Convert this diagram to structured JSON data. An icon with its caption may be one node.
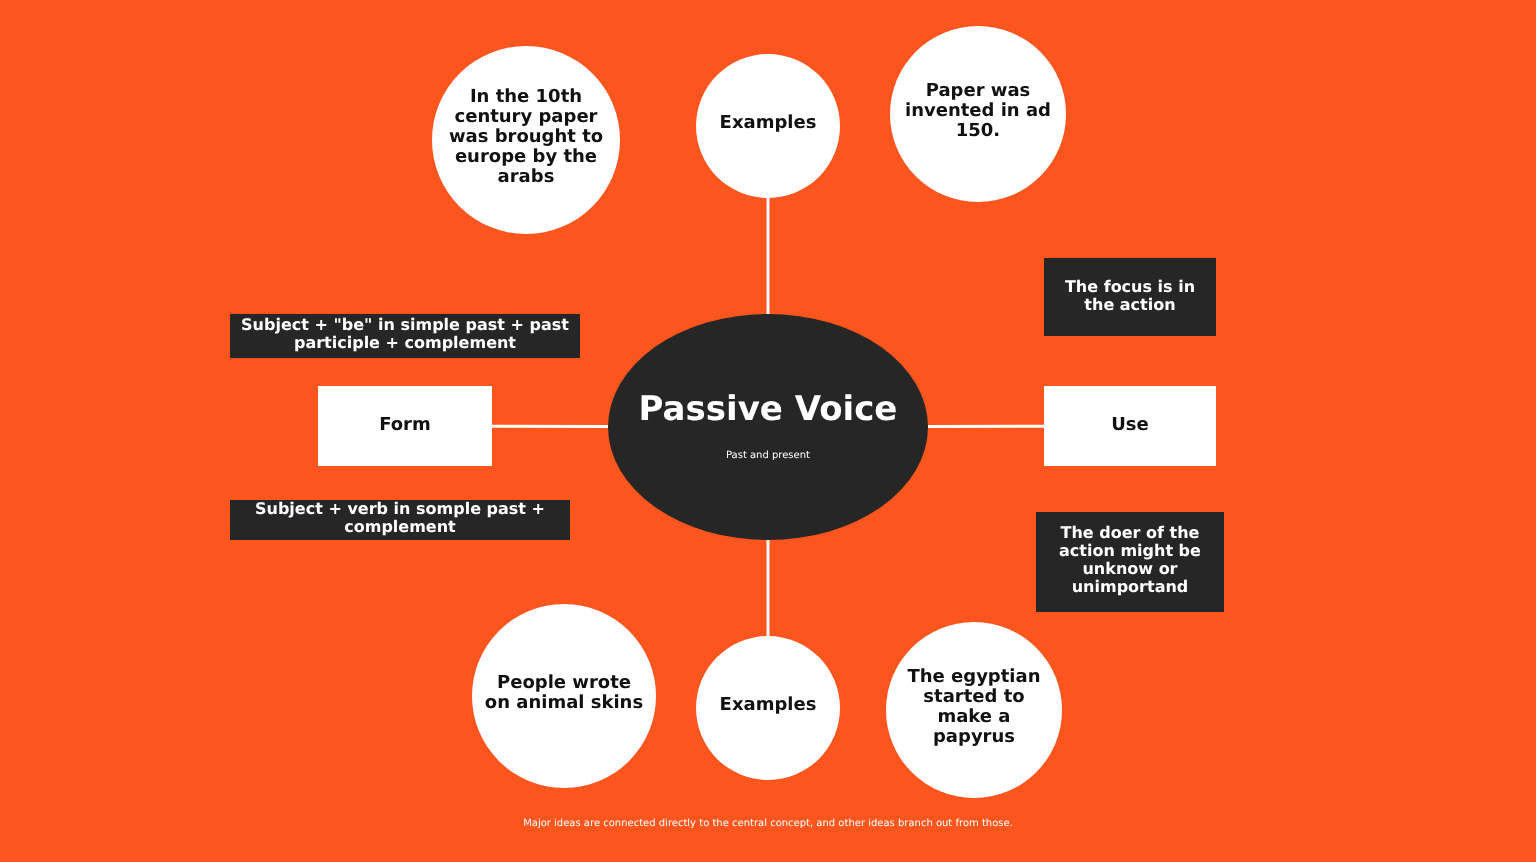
{
  "diagram": {
    "nodes": [
      {
        "text": [
          "Passive Voice",
          "Past and present"
        ]
      },
      {
        "text": [
          "Examples"
        ]
      },
      {
        "text": [
          "Form"
        ]
      },
      {
        "text": [
          "Use"
        ]
      },
      {
        "text": [
          "Examples"
        ]
      },
      {
        "text": [
          "In the 10th century paper was brought to europe by the arabs"
        ]
      },
      {
        "text": [
          "Paper was invented in ad 150."
        ]
      },
      {
        "text": [
          "Subject + \"be\" in simple past + past participle + complement"
        ]
      },
      {
        "text": [
          "Subject + verb in somple past + complement"
        ]
      },
      {
        "text": [
          "The focus is in the action"
        ]
      },
      {
        "text": [
          "The doer of the action might be unknow or unimportand"
        ]
      },
      {
        "text": [
          "People wrote on animal skins"
        ]
      },
      {
        "text": [
          "The egyptian started to make a papyrus"
        ]
      }
    ],
    "edges": [
      {
        "from": 0,
        "to": 1,
        "arrow": "none"
      },
      {
        "from": 0,
        "to": 2,
        "arrow": "none"
      },
      {
        "from": 0,
        "to": 3,
        "arrow": "none"
      },
      {
        "from": 0,
        "to": 4,
        "arrow": "none"
      }
    ],
    "labels": [
      "Major ideas are connected directly to the central concept, and other ideas branch out from those."
    ]
  }
}
